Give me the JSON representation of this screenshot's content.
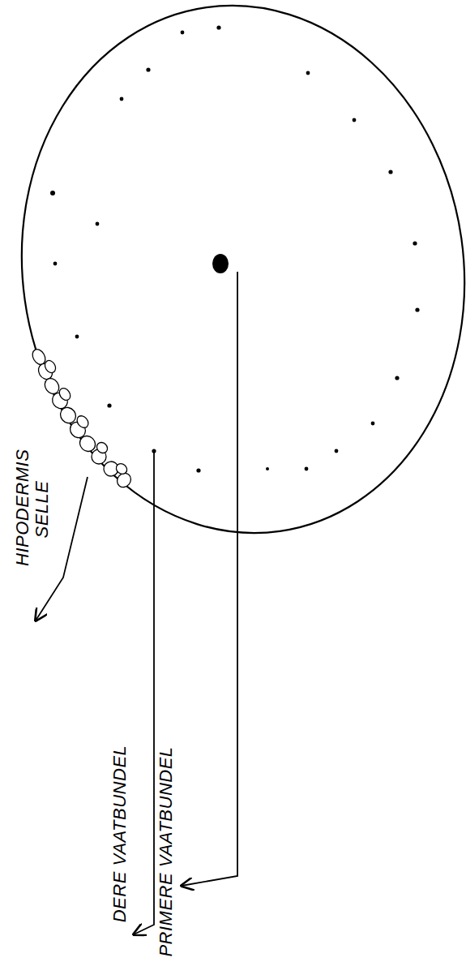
{
  "diagram": {
    "labels": [
      "HIPODERMIS SELLE",
      "DERE VAATBUNDEL",
      "PRIMERE VAATBUNDEL"
    ]
  }
}
